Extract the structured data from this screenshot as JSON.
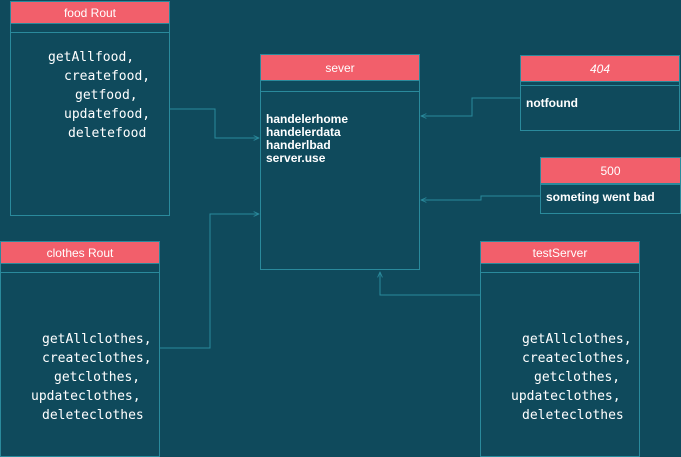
{
  "food_rout": {
    "title": "food Rout",
    "methods": [
      "getAllfood,",
      "createfood,",
      "getfood,",
      "updatefood,",
      "deletefood"
    ]
  },
  "server": {
    "title": "sever",
    "handlers": [
      "handelerhome",
      "handelerdata",
      "handerlbad",
      "server.use"
    ]
  },
  "not_found": {
    "title": "404",
    "body": "notfound"
  },
  "error": {
    "title": "500",
    "body": "someting went bad"
  },
  "clothes_rout": {
    "title": "clothes Rout",
    "methods": [
      "getAllclothes,",
      "createclothes,",
      "getclothes,",
      "updateclothes,",
      "deleteclothes"
    ]
  },
  "test_server": {
    "title": "testServer",
    "methods": [
      "getAllclothes,",
      "createclothes,",
      "getclothes,",
      "updateclothes,",
      "deleteclothes"
    ]
  },
  "colors": {
    "background": "#0f4a5c",
    "header": "#f25f6b",
    "border": "#2a8a9c",
    "text": "#ffffff"
  }
}
